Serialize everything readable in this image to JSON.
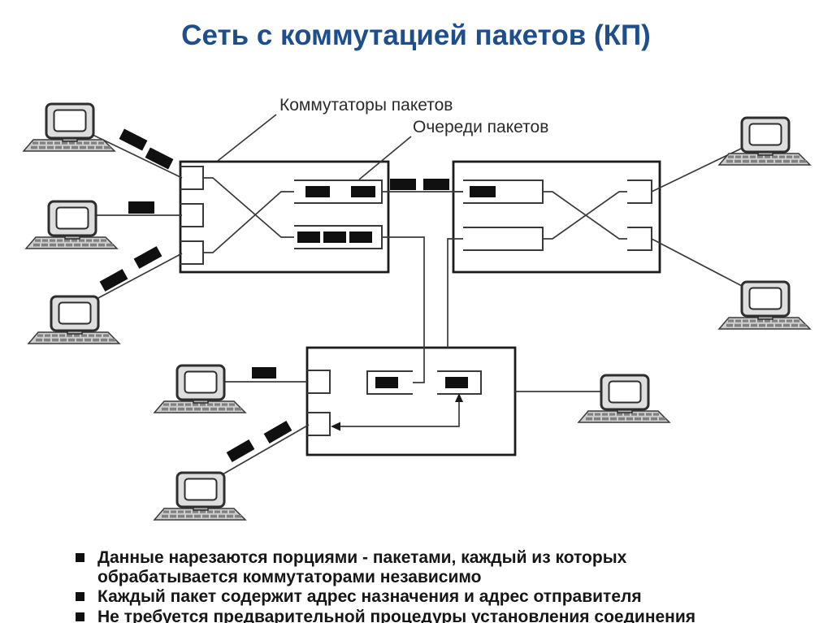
{
  "title": "Сеть с коммутацией пакетов (КП)",
  "colors": {
    "title_accent": "#1f4e8c",
    "diagram_line": "#3a3a3a",
    "packet": "#101010"
  },
  "diagram": {
    "labels": {
      "switches": "Коммутаторы пакетов",
      "queues": "Очереди пакетов"
    }
  },
  "bullets": [
    "Данные нарезаются порциями - пакетами, каждый из которых обрабатывается коммутаторами независимо",
    "Каждый пакет содержит адрес назначения и адрес отправителя",
    "Не требуется предварительной процедуры установления соединения"
  ]
}
